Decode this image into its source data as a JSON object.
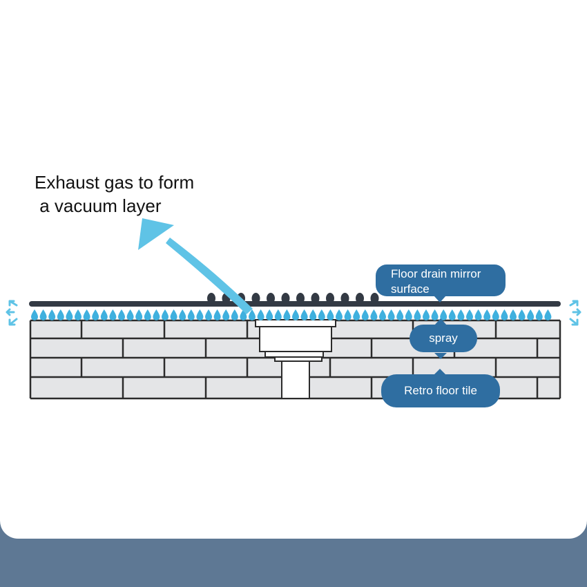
{
  "labels": {
    "exhaust": "Exhaust gas to form\n a vacuum layer",
    "mirror": "Floor drain mirror surface",
    "spray": "spray",
    "tile": "Retro floor tile"
  },
  "icons": {
    "arrow": "curved-arrow-icon",
    "side_vent": "double-arrow-icon",
    "drop": "water-drop-icon"
  },
  "colors": {
    "card": "#ffffff",
    "frame": "#5e7894",
    "callout": "#2f6ea1",
    "arrow": "#5fc3e6",
    "drop": "#3fb0de",
    "line": "#333a44",
    "brick": "#e4e5e7",
    "mortar": "#2b2b2b",
    "text": "#111111"
  }
}
